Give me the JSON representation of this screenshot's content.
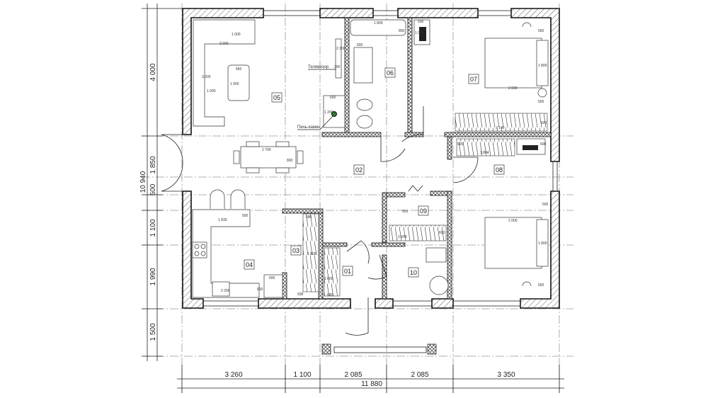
{
  "rooms": [
    "01",
    "02",
    "03",
    "04",
    "05",
    "06",
    "07",
    "08",
    "09",
    "10"
  ],
  "dimensions": {
    "vertical_segments": [
      "4 000",
      "1 850",
      "500",
      "1 100",
      "1 990",
      "1 500"
    ],
    "vertical_total": "10 940",
    "horizontal_segments": [
      "3 260",
      "1 100",
      "2 085",
      "2 085",
      "3 350"
    ],
    "horizontal_total": "11 880"
  },
  "annotations": {
    "tv": "Телевизор",
    "stove": "Печь-камин"
  },
  "furniture_dims": {
    "sofa_w": "2 000",
    "sofa_d": "1 000",
    "sofa_l": "3 200",
    "sofa_d2": "1 000",
    "coffee_w": "650",
    "coffee_l": "1 050",
    "table_w": "1 700",
    "table_d": "800",
    "tub": "1 800",
    "tub_d": "800",
    "sink": "600",
    "stove_w": "600",
    "stove_l": "1 200",
    "tv_w": "2 200",
    "tv_d": "300",
    "desk6": "500",
    "desk6_l": "1 000",
    "bed7_w": "2 000",
    "bed7_l": "1 800",
    "night7": "600",
    "night7b": "500",
    "ward7": "2 140",
    "ward7_d": "600",
    "ward8": "1 804",
    "ward8_d": "600",
    "desk8": "500",
    "bed_s_w": "2 000",
    "bed_s_l": "1 800",
    "night_s": "500",
    "night_s2": "600",
    "ward9": "1 608",
    "ward9_d": "600",
    "w9": "500",
    "bar": "1 830",
    "bar_d": "500",
    "kitchen": "2 256",
    "k600": "600",
    "k600b": "600",
    "ward3": "580",
    "ward3_l": "1 800",
    "ward3_b": "938",
    "ward1": "1 800",
    "ward1_b": "680"
  },
  "colors": {
    "stove_accent": "#2e7d32",
    "line": "#222222",
    "axis": "#999999"
  }
}
